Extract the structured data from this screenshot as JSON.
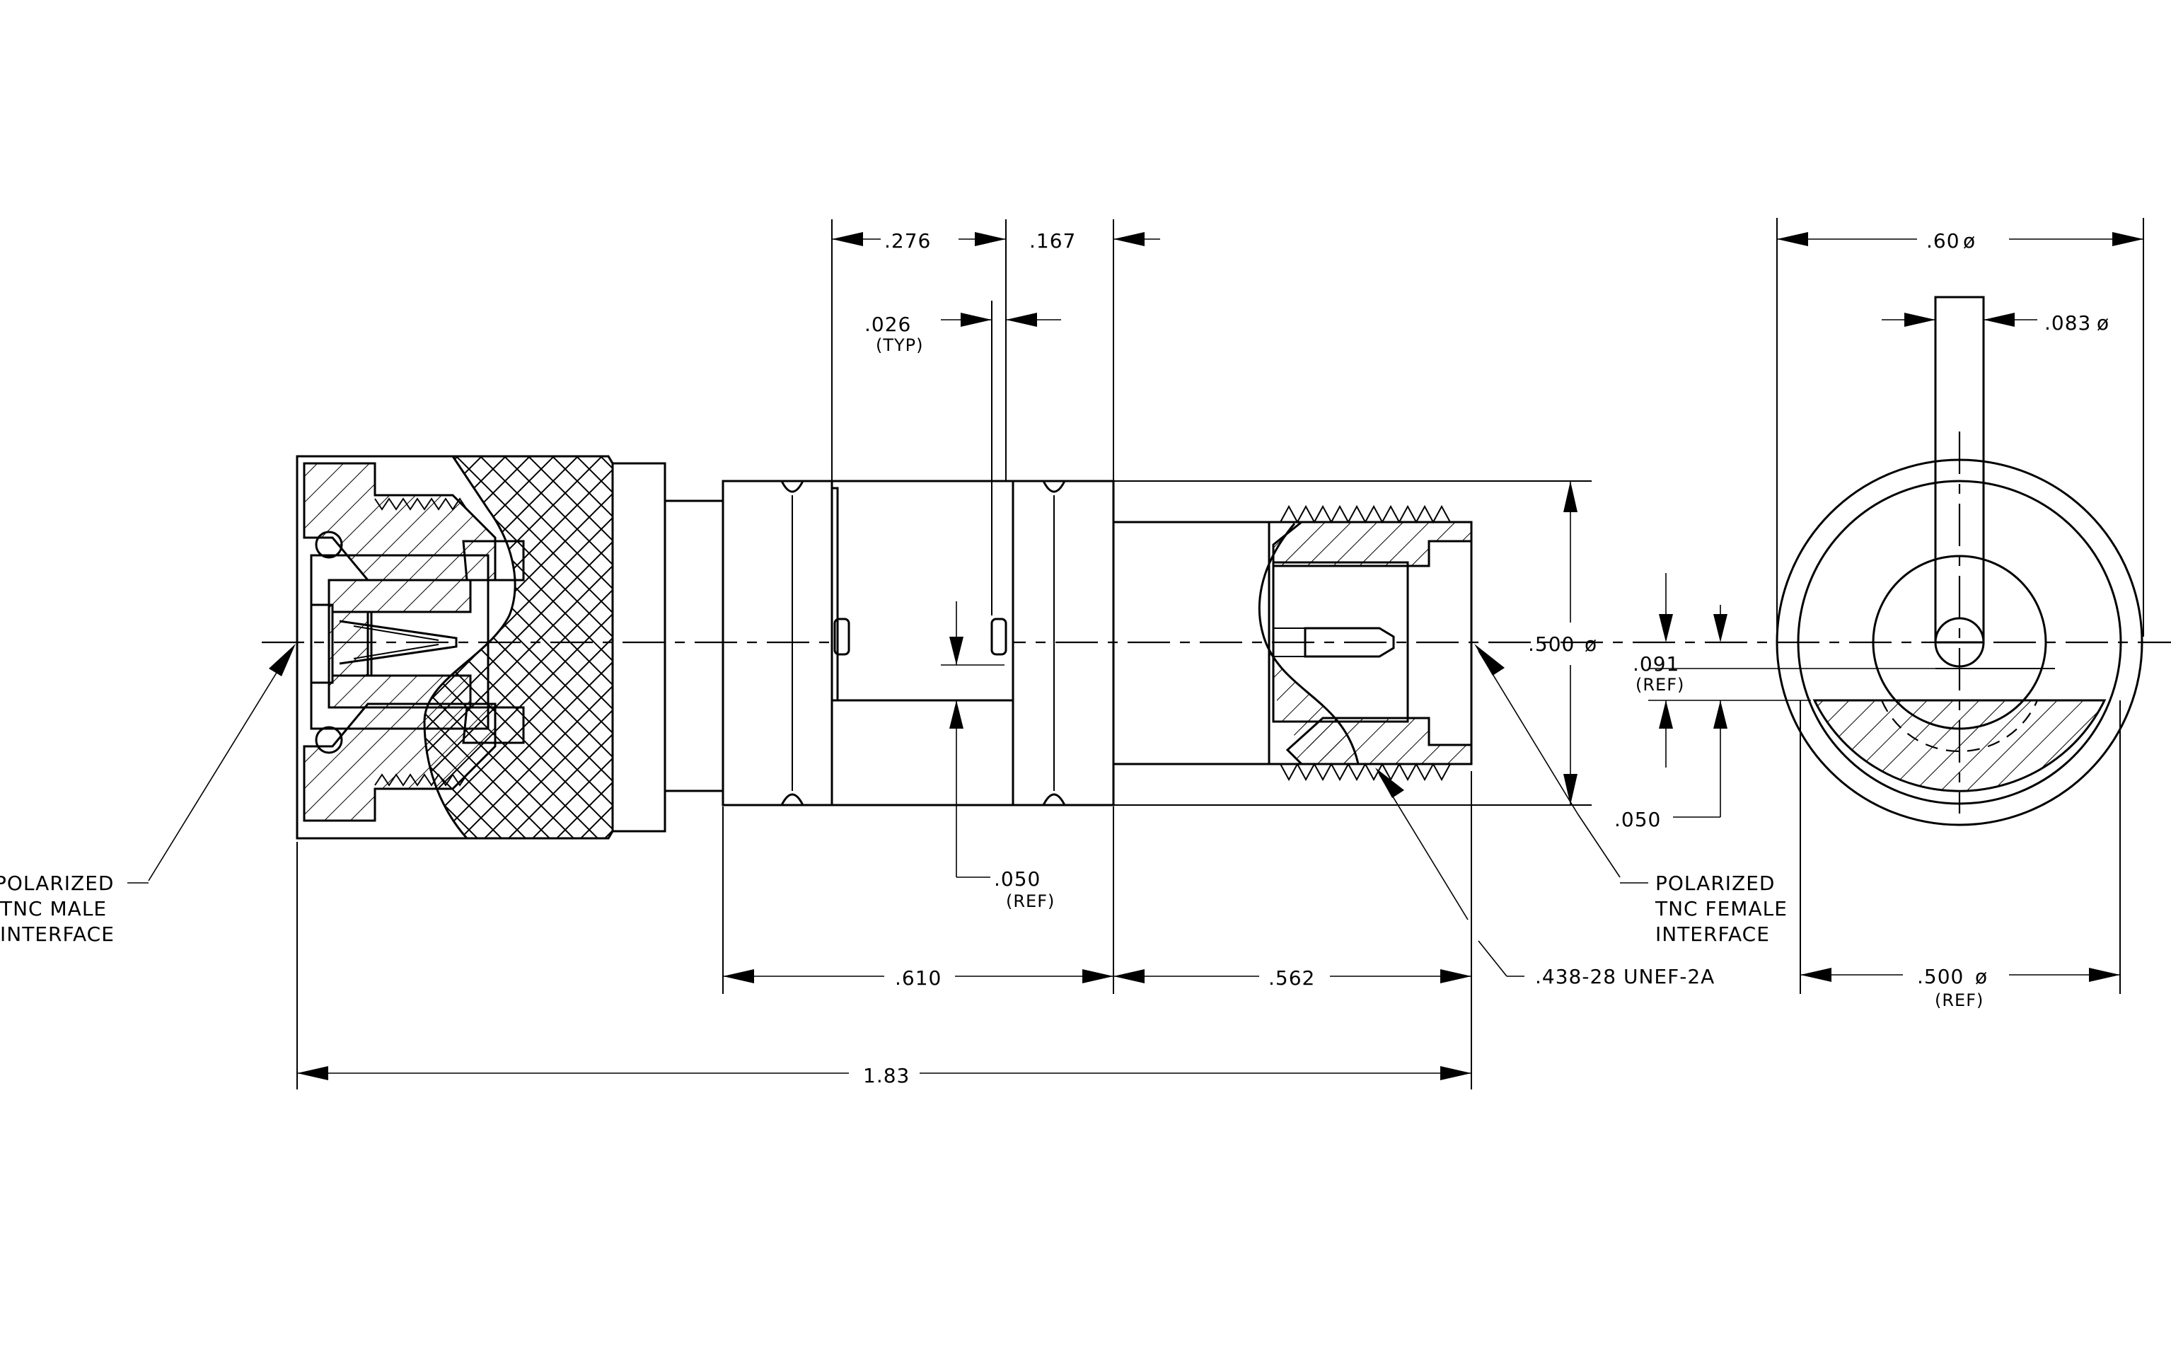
{
  "dimensions": {
    "d_276": ".276",
    "d_167": ".167",
    "d_026": ".026",
    "d_026_note": "(TYP)",
    "d_500_dia": ".500",
    "d_091": ".091",
    "d_091_note": "(REF)",
    "d_050_right": ".050",
    "d_050_mid": ".050",
    "d_050_mid_note": "(REF)",
    "d_610": ".610",
    "d_562": ".562",
    "d_183": "1.83",
    "d_60_dia": ".60",
    "d_083_dia": ".083",
    "d_500_ref_dia": ".500",
    "d_500_ref_note": "(REF)",
    "diameter_symbol": "ø"
  },
  "callouts": {
    "male_interface": [
      "POLARIZED",
      "TNC MALE",
      "INTERFACE"
    ],
    "female_interface": [
      "POLARIZED",
      "TNC FEMALE",
      "INTERFACE"
    ],
    "thread": ".438-28 UNEF-2A"
  }
}
